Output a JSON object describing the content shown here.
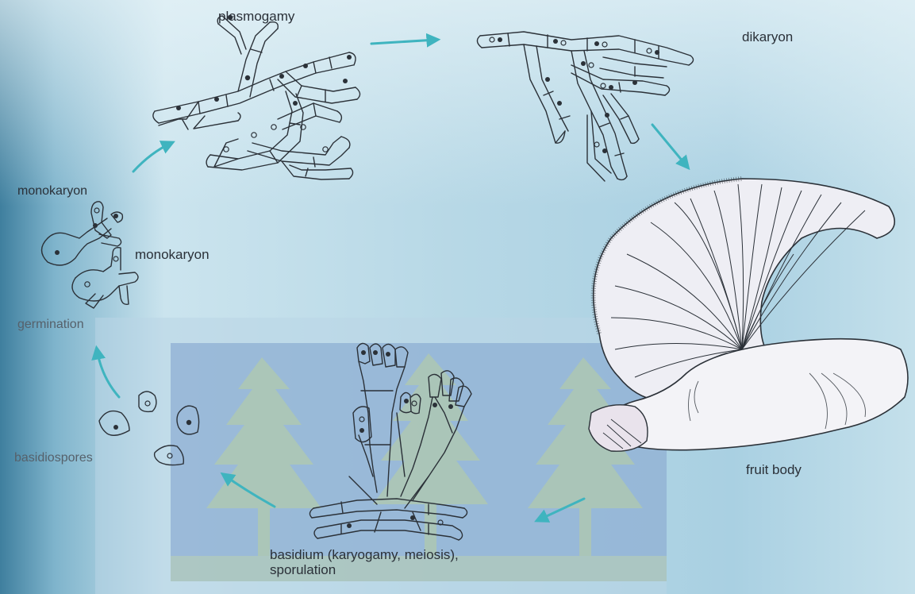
{
  "labels": {
    "plasmogamy": "plasmogamy",
    "dikaryon": "dikaryon",
    "monokaryon_top": "monokaryon",
    "monokaryon_mid": "monokaryon",
    "germination": "germination",
    "basidiospores": "basidiospores",
    "fruit_body": "fruit body",
    "basidium": "basidium (karyogamy, meiosis),\nsporulation"
  },
  "colors": {
    "arrow": "#3fb4bf",
    "ink": "#2b3138",
    "background_light": "#d4e9f1",
    "background_mid": "#9fc9dc",
    "background_dark": "#4f8eab",
    "watermark_box": "#7fa3c9",
    "watermark_leaf": "#b8cfa0"
  },
  "cycle_order": [
    "basidiospores",
    "germination",
    "monokaryon",
    "plasmogamy",
    "dikaryon",
    "fruit body",
    "basidium (karyogamy, meiosis), sporulation"
  ]
}
